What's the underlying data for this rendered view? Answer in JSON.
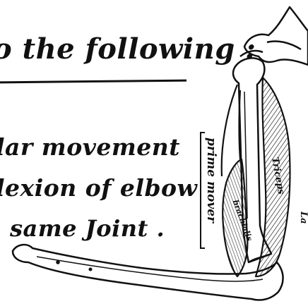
{
  "heading": "o the following :",
  "lines": [
    "lar movement",
    "lexion of elbow",
    "same Joint ."
  ],
  "labels": {
    "prime_mover": "prime mover",
    "brachialis": "brachialis",
    "triceps": "Triceps",
    "cut_right": "La"
  },
  "illustration": {
    "subject": "arm-bones-and-muscles-icon",
    "ink_color": "#111111",
    "paper_color": "#ffffff"
  }
}
